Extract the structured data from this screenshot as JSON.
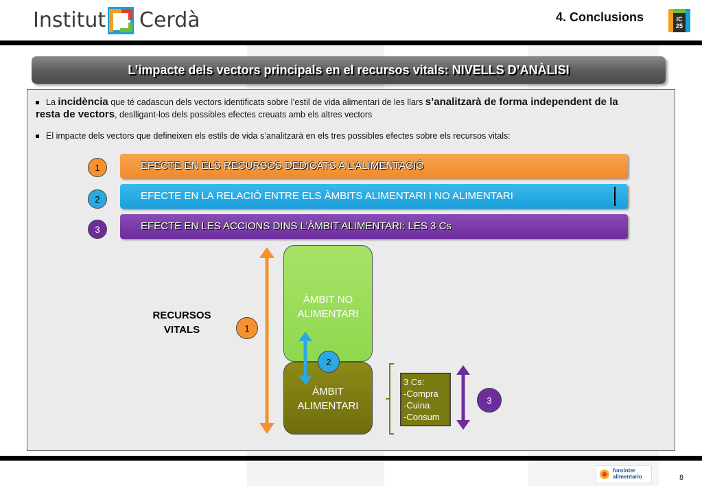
{
  "header": {
    "logo_left": "Institut",
    "logo_right": "Cerdà",
    "section_title": "4. Conclusions",
    "badge_text": "IC25"
  },
  "banner": {
    "title": "L’impacte dels vectors principals en el recursos vitals: NIVELLS D’ANÀLISI"
  },
  "bullets": [
    {
      "prefix": "La ",
      "strong1": "incidència",
      "mid": " que té cadascun dels vectors identificats sobre l’estil de vida alimentari de les llars ",
      "strong2": "s’analitzarà de forma independent de la resta de vectors",
      "suffix": ", deslligant-los dels possibles efectes creuats amb els altres vectors"
    },
    {
      "text": "El impacte dels vectors que defineixen els estils de vida s’analitzarà en els tres possibles efectes sobre els recursos vitals:"
    }
  ],
  "effects": [
    {
      "number": "1",
      "label": "EFECTE EN ELS RECURSOS DEDICATS A L’ALIMENTACIÓ"
    },
    {
      "number": "2",
      "label": "EFECTE EN LA RELACIÓ ENTRE ELS ÀMBITS ALIMENTARI I NO ALIMENTARI"
    },
    {
      "number": "3",
      "label": "EFECTE EN LES ACCIONS DINS L’ÀMBIT ALIMENTARI: LES 3 Cs"
    }
  ],
  "diagram": {
    "recursos_line1": "RECURSOS",
    "recursos_line2": "VITALS",
    "ambit_no_line1": "ÀMBIT NO",
    "ambit_no_line2": "ALIMENTARI",
    "ambit_line1": "ÀMBIT",
    "ambit_line2": "ALIMENTARI",
    "marker1": "1",
    "marker2": "2",
    "marker3": "3",
    "cs_title": "3 Cs:",
    "cs_items": [
      "-Compra",
      "-Cuina",
      "-Consum"
    ]
  },
  "footer": {
    "logo_line1": "forointer",
    "logo_line2": "alimentario",
    "page_number": "8"
  },
  "colors": {
    "orange": "#f5922f",
    "blue": "#2aa9e3",
    "purple": "#6d2d9c",
    "green_light": "#9bdd5a",
    "olive": "#7a7a12"
  }
}
